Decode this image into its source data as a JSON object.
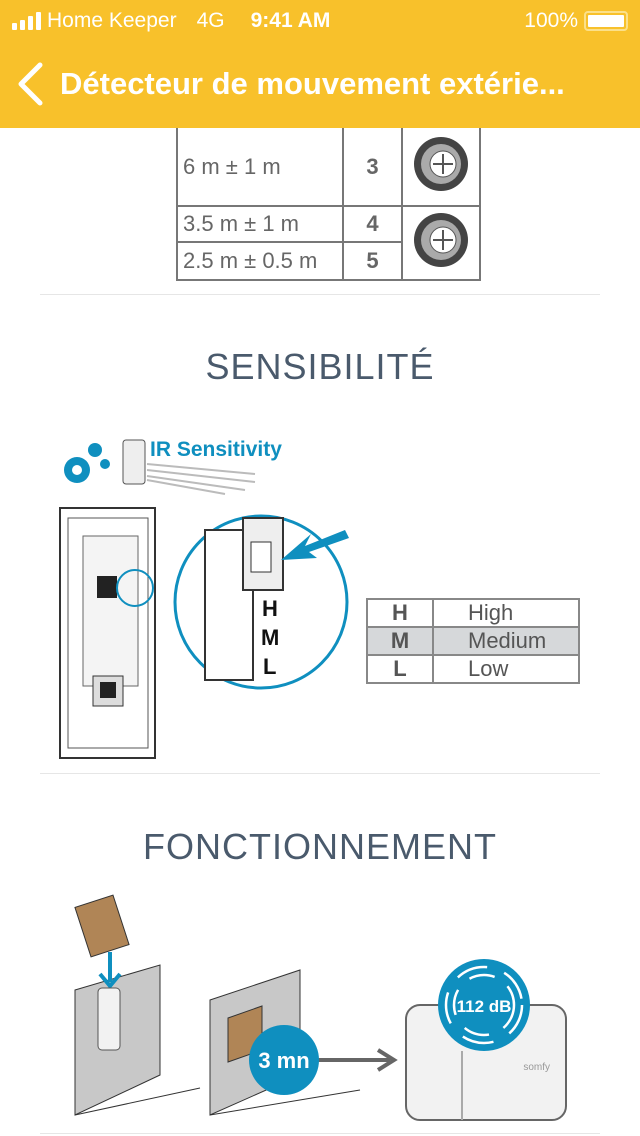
{
  "status_bar": {
    "carrier": "Home Keeper",
    "network": "4G",
    "time": "9:41 AM",
    "battery": "100%"
  },
  "header": {
    "title": "Détecteur de mouvement extérie..."
  },
  "range_table": {
    "rows": [
      {
        "distance": "6 m ± 1 m",
        "position": "3"
      },
      {
        "distance": "3.5 m ± 1 m",
        "position": "4"
      },
      {
        "distance": "2.5 m ± 0.5 m",
        "position": "5"
      }
    ]
  },
  "sensibilite": {
    "title": "SENSIBILITÉ",
    "ir_label": "IR Sensitivity",
    "letters": [
      "H",
      "M",
      "L"
    ],
    "levels": [
      {
        "code": "H",
        "label": "High"
      },
      {
        "code": "M",
        "label": "Medium",
        "selected": true
      },
      {
        "code": "L",
        "label": "Low"
      }
    ]
  },
  "fonctionnement": {
    "title": "FONCTIONNEMENT",
    "delay": "3 mn",
    "volume": "112 dB",
    "brand": "somfy"
  },
  "colors": {
    "header": "#f8c12b",
    "accent": "#0f8fbf",
    "heading": "#4a5a6c"
  }
}
